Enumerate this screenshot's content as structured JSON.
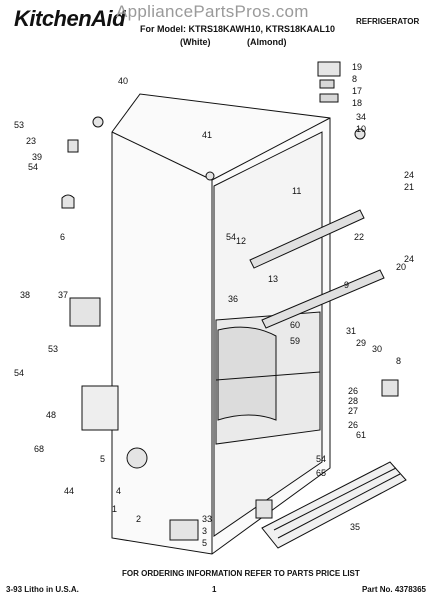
{
  "header": {
    "brand": "KitchenAid",
    "watermark": "AppliancePartsPros.com",
    "subtitle_line1": "For Model: KTRS18KAWH10, KTRS18KAAL10",
    "subtitle_white": "(White)",
    "subtitle_almond": "(Almond)",
    "section_tag": "REFRIGERATOR"
  },
  "footer": {
    "left": "3-93  Litho in U.S.A.",
    "center": "FOR ORDERING INFORMATION REFER TO PARTS PRICE LIST",
    "page": "1",
    "right": "Part No. 4378365"
  },
  "callouts": [
    "19",
    "8",
    "17",
    "18",
    "34",
    "10",
    "40",
    "53",
    "23",
    "39",
    "54",
    "6",
    "41",
    "11",
    "12",
    "13",
    "24",
    "21",
    "22",
    "54",
    "24",
    "20",
    "9",
    "36",
    "60",
    "59",
    "38",
    "37",
    "53",
    "54",
    "48",
    "68",
    "44",
    "5",
    "4",
    "1",
    "31",
    "29",
    "30",
    "8",
    "26",
    "28",
    "27",
    "26",
    "61",
    "54",
    "65",
    "2",
    "33",
    "3",
    "5",
    "35"
  ]
}
